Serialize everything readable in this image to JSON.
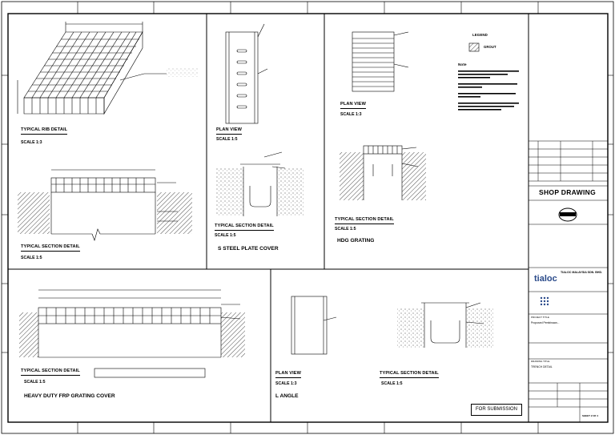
{
  "sheet": {
    "shop_drawing": "SHOP DRAWING",
    "for_submission": "FOR SUBMISSION",
    "company": "TIALOC MALAYSIA SDN. BHD.",
    "logo": "tialoc",
    "project_label": "PROJECT TITLE",
    "project_title": "Proposed Pembinaan...",
    "drawing_title_label": "DRAWING TITLE",
    "drawing_title": "TRENCH DETAIL",
    "sheet_no": "SHEET 2 OF 4"
  },
  "views": {
    "rib_detail": {
      "title": "TYPICAL RIB DETAIL",
      "scale": "SCALE 1:3"
    },
    "section_detail_left": {
      "title": "TYPICAL SECTION DETAIL",
      "scale": "SCALE 1:5"
    },
    "plate_plan": {
      "title": "PLAN VIEW",
      "scale": "SCALE 1:5"
    },
    "plate_section": {
      "title": "TYPICAL SECTION DETAIL",
      "scale": "SCALE 1:5",
      "subtitle": "S STEEL PLATE COVER"
    },
    "hdg_plan": {
      "title": "PLAN VIEW",
      "scale": "SCALE 1:3"
    },
    "hdg_section": {
      "title": "TYPICAL SECTION DETAIL",
      "scale": "SCALE 1:5",
      "subtitle": "HDG GRATING"
    },
    "frp_section": {
      "title": "TYPICAL SECTION DETAIL",
      "scale": "SCALE 1:5",
      "subtitle": "HEAVY DUTY FRP GRATING COVER"
    },
    "angle_plan": {
      "title": "PLAN VIEW",
      "scale": "SCALE 1:3",
      "subtitle": "L ANGLE"
    },
    "angle_section": {
      "title": "TYPICAL SECTION DETAIL",
      "scale": "SCALE 1:5"
    }
  },
  "legend": {
    "title": "LEGEND",
    "item": "GROUT",
    "note_title": "Note"
  }
}
